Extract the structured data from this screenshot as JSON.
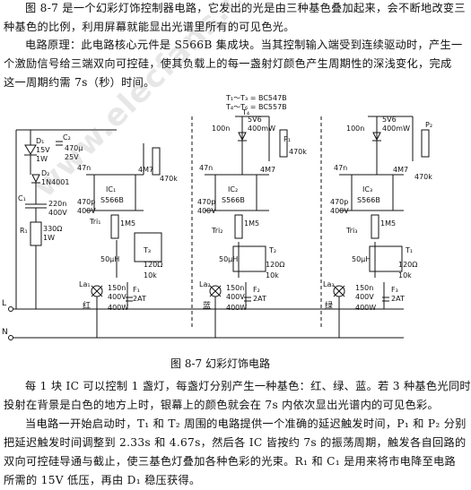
{
  "intro": {
    "lines": [
      "图 8-7 是一个幻彩灯饰控制器电路，它发出的光是由三种基色叠加起来，会不断地改变三",
      "种基色的比例，利用屏幕就能显出光谱里所有的可见色光。"
    ]
  },
  "principle": {
    "lines": [
      "电路原理：此电路核心元件是 S566B 集成块。当其控制输入端受到连续驱动时，产生一",
      "个激励信号给三端双向可控硅，使其负载上的每一盏射灯颜色产生周期性的深浅变化，完成",
      "这一周期约需 7s（秒）时间。"
    ]
  },
  "figure": {
    "caption": "图 8-7   幻彩灯饰电路",
    "transistor_note_1": "T₁～T₃ = BC547B",
    "transistor_note_2": "T₄～T₆ = BC557B",
    "lamp_colors": [
      "红",
      "蓝",
      "绿"
    ],
    "watermark": "www.elecfans.com"
  },
  "body": {
    "p1": [
      "每 1 块 IC 可以控制 1 盏灯，每盏灯分别产生一种基色：红、绿、蓝。若 3 种基色光同时",
      "投射在背景是白色的地方上时，银幕上的颜色就会在 7s 内依次显出光谱内的可见色彩。"
    ],
    "p2": [
      "当电路一开始启动时，T₁ 和 T₂ 周围的电路提供一个准确的延迟触发时间，P₁ 和 P₂ 分别",
      "把延迟触发时间调整到 2.33s 和 4.67s，然后各 IC 皆按约 7s 的振荡周期，触发各自回路的",
      "双向可控硅导通与截止，使三基色灯叠加各种色彩的光束。R₁ 和 C₁ 是用来将市电降至电路",
      "所需的 15V 低压，再由 D₁ 稳压获得。"
    ]
  },
  "labels": {
    "d1": "D₁",
    "d1v": "15V",
    "d1w": "1W",
    "d2": "D₂",
    "d2p": "1N4001",
    "c1": "C₁",
    "c1v": "220n",
    "c1r": "400V",
    "r1": "R₁",
    "r1v": "330Ω",
    "r1w": "1W",
    "c2": "C₂",
    "c2v": "470μ",
    "c2r": "25V",
    "L": "L",
    "N": "N",
    "ic1": "IC₁",
    "ic2": "IC₂",
    "ic3": "IC₃",
    "ic": "S566B",
    "c47": "47n",
    "c100": "100n",
    "c470": "470p",
    "c470v": "400V",
    "r4m7": "4M7",
    "r470k": "470k",
    "r1m5": "1M5",
    "r120": "120Ω",
    "r10k": "10k",
    "uh": "50μH",
    "d5v6": "5V6",
    "mw": "400mW",
    "c150": "150n",
    "c150v": "400V",
    "f2at": "2AT",
    "lamp_w": "400W",
    "t1": "T₁",
    "t2": "T₂",
    "t3": "T₃",
    "t4": "T₄",
    "f1": "F₁",
    "f2": "F₂",
    "f3": "F₃",
    "la1": "La₁",
    "la2": "La₂",
    "la3": "La₃",
    "tri1": "Tri₁",
    "tri2": "Tri₂",
    "tri3": "Tri₃",
    "p1": "P₁",
    "p2": "P₂"
  }
}
